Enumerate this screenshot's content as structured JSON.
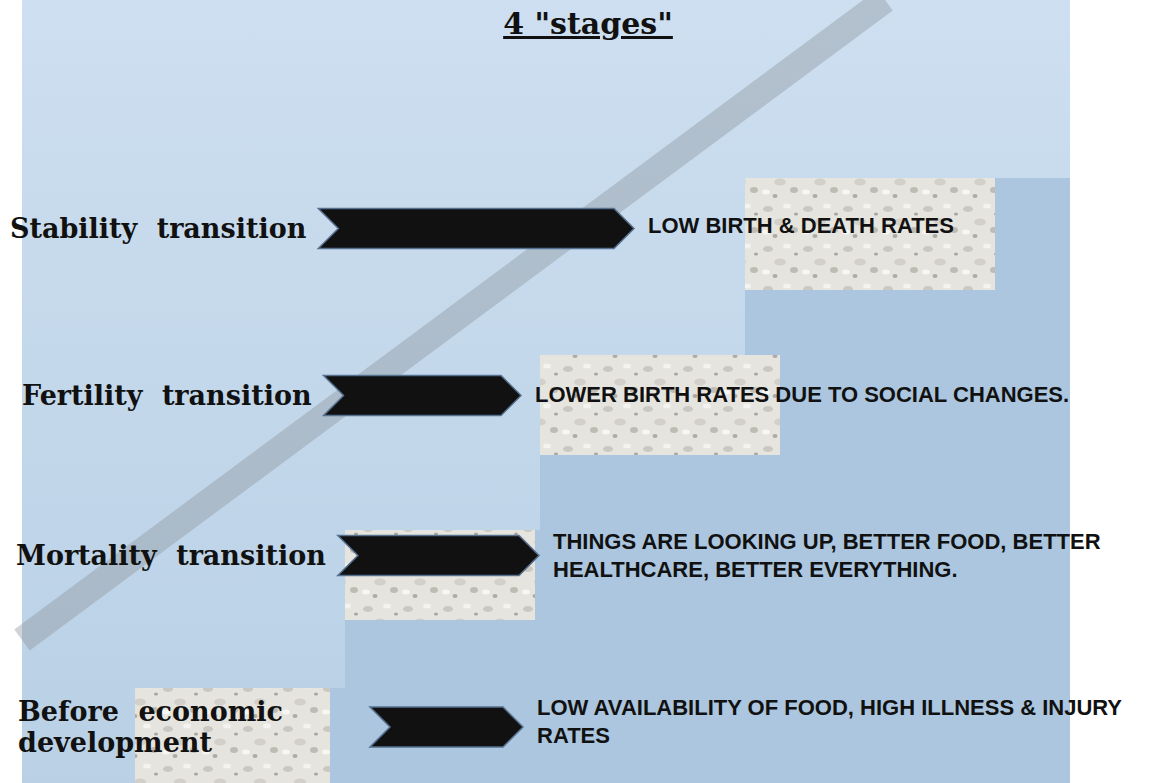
{
  "diagram": {
    "title": "4 \"stages\"",
    "labels": [
      "Stability transition",
      "LOW BIRTH & DEATH RATES",
      "Fertility transition",
      "LOWER BIRTH RATES DUE TO SOCIAL CHANGES.",
      "Mortality transition",
      "THINGS ARE LOOKING UP, BETTER FOOD, BETTER HEALTHCARE, BETTER EVERYTHING.",
      "Before economic development",
      "LOW AVAILABILITY OF FOOD, HIGH ILLNESS & INJURY RATES"
    ]
  }
}
